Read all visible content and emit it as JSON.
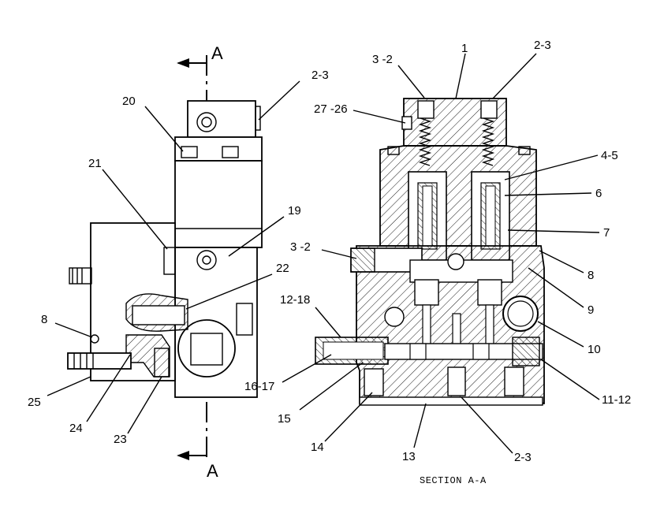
{
  "section_marker_top": "A",
  "section_marker_bottom": "A",
  "caption": "SECTION A-A",
  "left_view_labels": [
    "20",
    "2-3",
    "21",
    "19",
    "22",
    "8",
    "25",
    "24",
    "23"
  ],
  "right_view_labels": [
    "3 -2",
    "1",
    "2-3",
    "27 -26",
    "4-5",
    "6",
    "7",
    "3 -2",
    "8",
    "9",
    "12-18",
    "10",
    "16-17",
    "15",
    "11-12",
    "14",
    "13",
    "2-3"
  ]
}
